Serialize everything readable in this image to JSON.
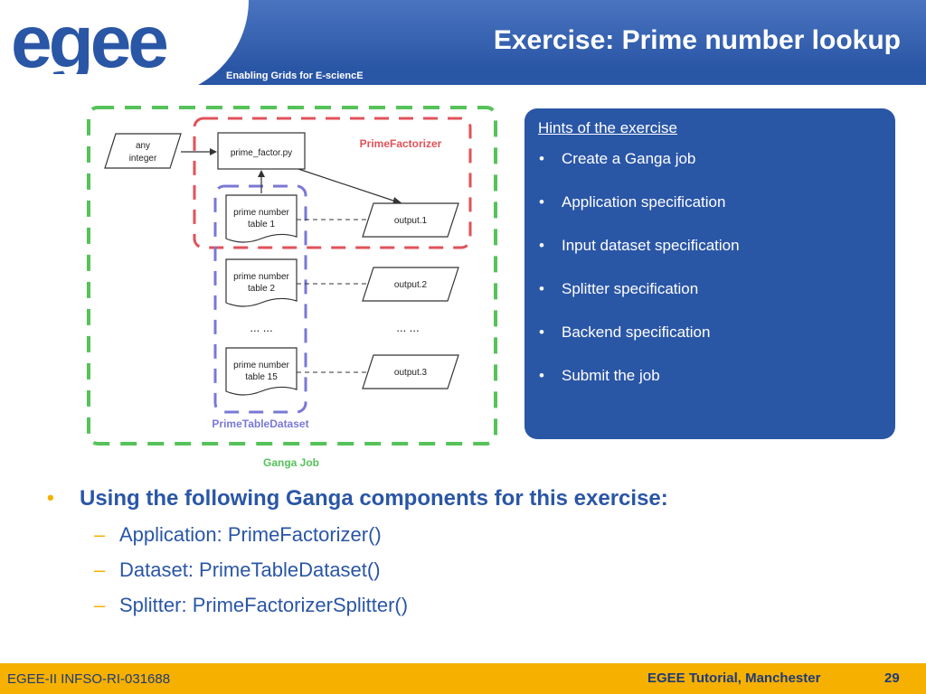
{
  "header": {
    "logo_text": "egee",
    "tagline": "Enabling Grids for E-sciencE",
    "title": "Exercise: Prime number lookup"
  },
  "diagram": {
    "input_label_line1": "any",
    "input_label_line2": "integer",
    "program": "prime_factor.py",
    "prime_factorizer_label": "PrimeFactorizer",
    "tables": [
      {
        "line1": "prime number",
        "line2": "table 1"
      },
      {
        "line1": "prime number",
        "line2": "table 2"
      },
      {
        "line1": "prime number",
        "line2": "table 15"
      }
    ],
    "outputs": [
      "output.1",
      "output.2",
      "output.3"
    ],
    "ellipsis": "... ...",
    "dataset_label": "PrimeTableDataset",
    "job_label": "Ganga Job"
  },
  "hints": {
    "title": "Hints of the exercise",
    "items": [
      "Create a Ganga job",
      "Application specification",
      "Input dataset specification",
      "Splitter specification",
      "Backend specification",
      "Submit the job"
    ]
  },
  "main": {
    "bullet": "Using the following Ganga components for this exercise:",
    "sub_items": [
      "Application: PrimeFactorizer()",
      "Dataset: PrimeTableDataset()",
      "Splitter: PrimeFactorizerSplitter()"
    ]
  },
  "footer": {
    "left": "EGEE-II INFSO-RI-031688",
    "right": "EGEE Tutorial, Manchester",
    "page": "29"
  },
  "colors": {
    "brand_blue": "#2a56a6",
    "accent_yellow": "#f5b000",
    "job_green": "#55c25a",
    "factorizer_red": "#e0525a",
    "dataset_violet": "#7a78d6"
  }
}
